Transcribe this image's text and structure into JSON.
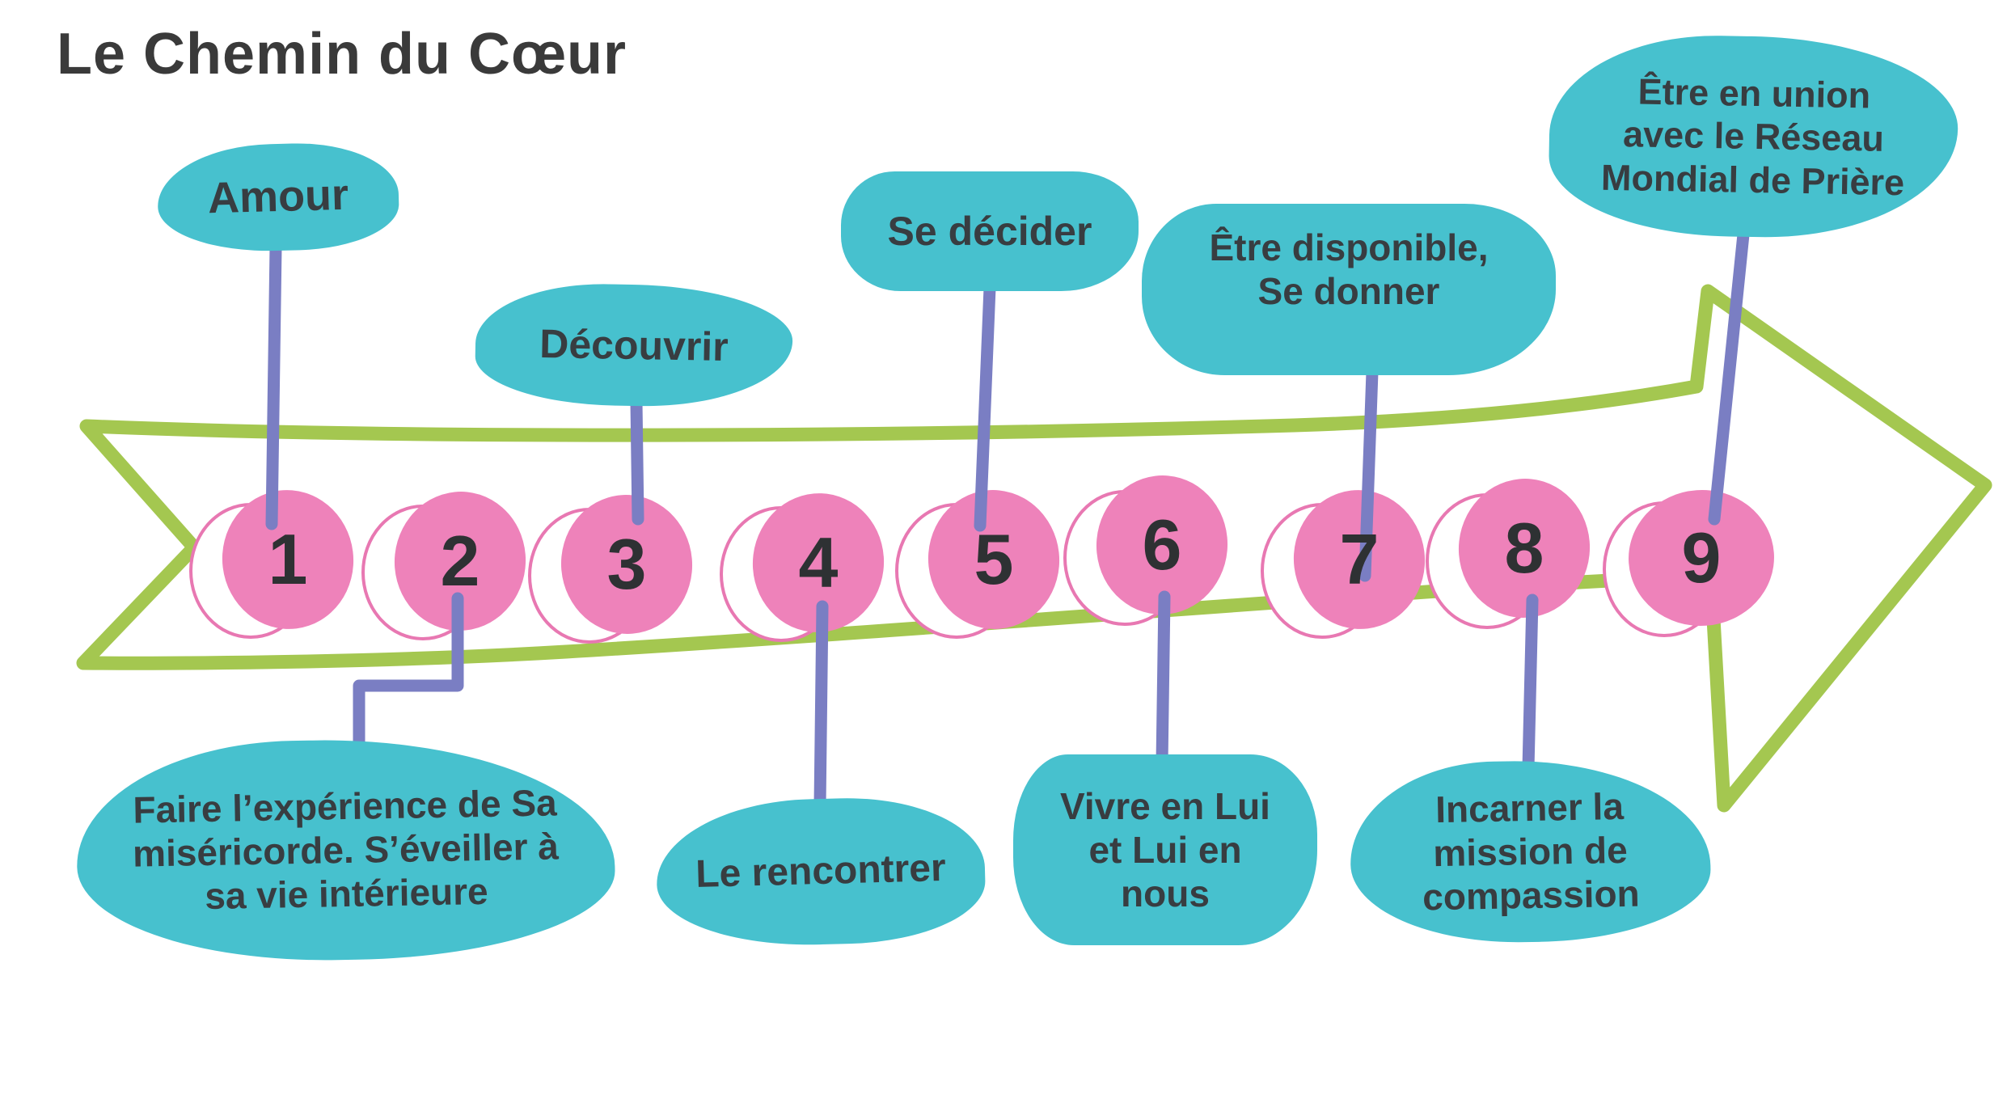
{
  "title": "Le Chemin du Cœur",
  "colors": {
    "teal": "#47c1ce",
    "pink": "#ee82ba",
    "pink_outline": "#e878b2",
    "green": "#a4c750",
    "purple": "#7a7ec3",
    "text_dark": "#383d41",
    "title_color": "#3a3a3a"
  },
  "diagram": {
    "type": "timeline-arrow",
    "direction": "left-to-right",
    "step_count": 9
  },
  "steps": [
    {
      "number": "1",
      "position": "above",
      "label": "Amour",
      "lines": [
        "Amour"
      ]
    },
    {
      "number": "2",
      "position": "below",
      "label": "Faire l’expérience de Sa miséricorde. S’éveiller à sa vie intérieure",
      "lines": [
        "Faire l’expérience de Sa",
        "miséricorde. S’éveiller à",
        "sa vie intérieure"
      ]
    },
    {
      "number": "3",
      "position": "above",
      "label": "Découvrir",
      "lines": [
        "Découvrir"
      ]
    },
    {
      "number": "4",
      "position": "below",
      "label": "Le rencontrer",
      "lines": [
        "Le rencontrer"
      ]
    },
    {
      "number": "5",
      "position": "above",
      "label": "Se décider",
      "lines": [
        "Se décider"
      ]
    },
    {
      "number": "6",
      "position": "below",
      "label": "Vivre en Lui et Lui en nous",
      "lines": [
        "Vivre en Lui",
        "et Lui en",
        "nous"
      ]
    },
    {
      "number": "7",
      "position": "above",
      "label": "Être disponible, Se donner",
      "lines": [
        "Être disponible,",
        "Se donner"
      ]
    },
    {
      "number": "8",
      "position": "below",
      "label": "Incarner la mission de compassion",
      "lines": [
        "Incarner la",
        "mission de",
        "compassion"
      ]
    },
    {
      "number": "9",
      "position": "above",
      "label": "Être en union avec le Réseau Mondial de Prière",
      "lines": [
        "Être en union",
        "avec le Réseau",
        "Mondial de Prière"
      ]
    }
  ]
}
